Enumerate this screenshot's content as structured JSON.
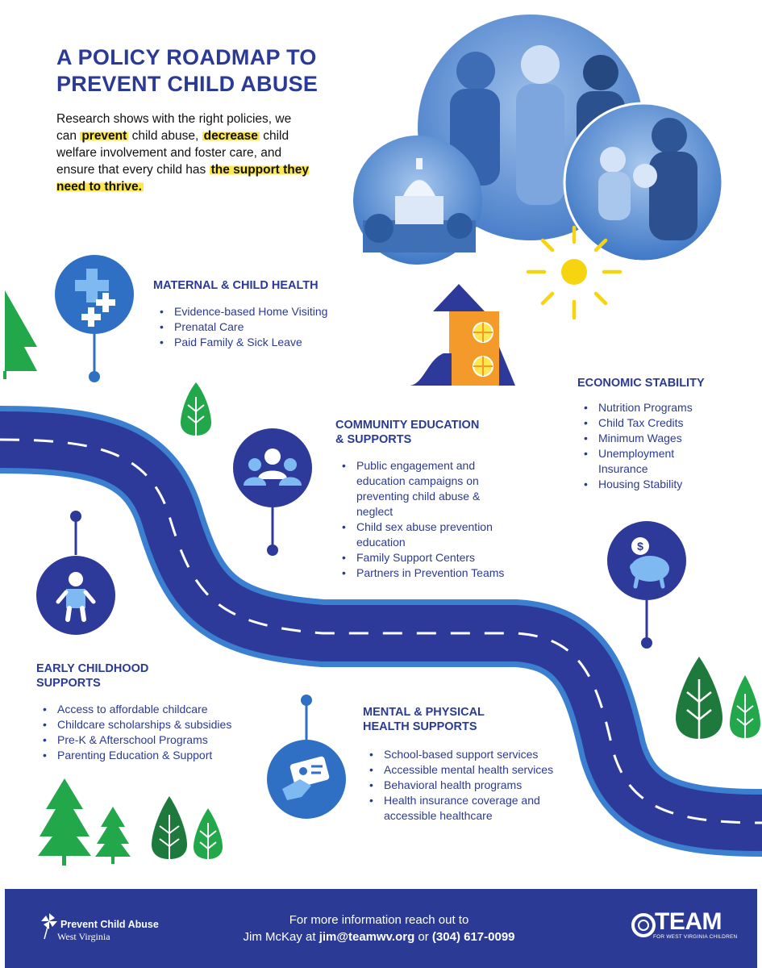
{
  "header": {
    "title_line1": "A POLICY ROADMAP TO",
    "title_line2": "PREVENT CHILD ABUSE"
  },
  "intro": {
    "part1": "Research shows with the right policies, we can ",
    "hl1": "prevent",
    "part2": " child abuse, ",
    "hl2": "decrease",
    "part3": " child welfare involvement and foster care, and ensure that every child has ",
    "hl3": "the support they need to thrive."
  },
  "sections": {
    "maternal": {
      "title": "MATERNAL & CHILD HEALTH",
      "items": [
        "Evidence-based Home Visiting",
        "Prenatal Care",
        "Paid Family & Sick Leave"
      ]
    },
    "economic": {
      "title": "ECONOMIC STABILITY",
      "items": [
        "Nutrition Programs",
        "Child Tax Credits",
        "Minimum Wages",
        "Unemployment Insurance",
        "Housing Stability"
      ]
    },
    "community": {
      "title_line1": "COMMUNITY EDUCATION",
      "title_line2": "& SUPPORTS",
      "items": [
        "Public engagement and education campaigns on preventing child abuse & neglect",
        "Child sex abuse prevention education",
        "Family Support Centers",
        "Partners in Prevention Teams"
      ]
    },
    "early": {
      "title_line1": "EARLY CHILDHOOD",
      "title_line2": "SUPPORTS",
      "items": [
        "Access to affordable childcare",
        "Childcare scholarships & subsidies",
        "Pre-K & Afterschool Programs",
        "Parenting Education & Support"
      ]
    },
    "mental": {
      "title_line1": "MENTAL & PHYSICAL",
      "title_line2": "HEALTH SUPPORTS",
      "items": [
        "School-based support services",
        "Accessible mental health services",
        "Behavioral health programs",
        "Health insurance coverage and accessible healthcare"
      ]
    }
  },
  "footer": {
    "line1": "For more information reach out to",
    "contact_prefix": "Jim McKay at ",
    "email": "jim@teamwv.org",
    "or": " or ",
    "phone": "(304) 617-0099",
    "pca_name": "Prevent Child Abuse",
    "pca_sub": "West Virginia",
    "team_name": "TEAM",
    "team_sub": "FOR WEST VIRGINIA CHILDREN"
  },
  "colors": {
    "navy": "#2b3a94",
    "road": "#2e3a99",
    "road_edge": "#3b7fd0",
    "circle_blue": "#2f6fc4",
    "tree_green": "#22a84a",
    "tree_dark": "#1e7a3c",
    "highlight": "#fde74c",
    "sun": "#f6d40f",
    "orange": "#f39a2b"
  }
}
